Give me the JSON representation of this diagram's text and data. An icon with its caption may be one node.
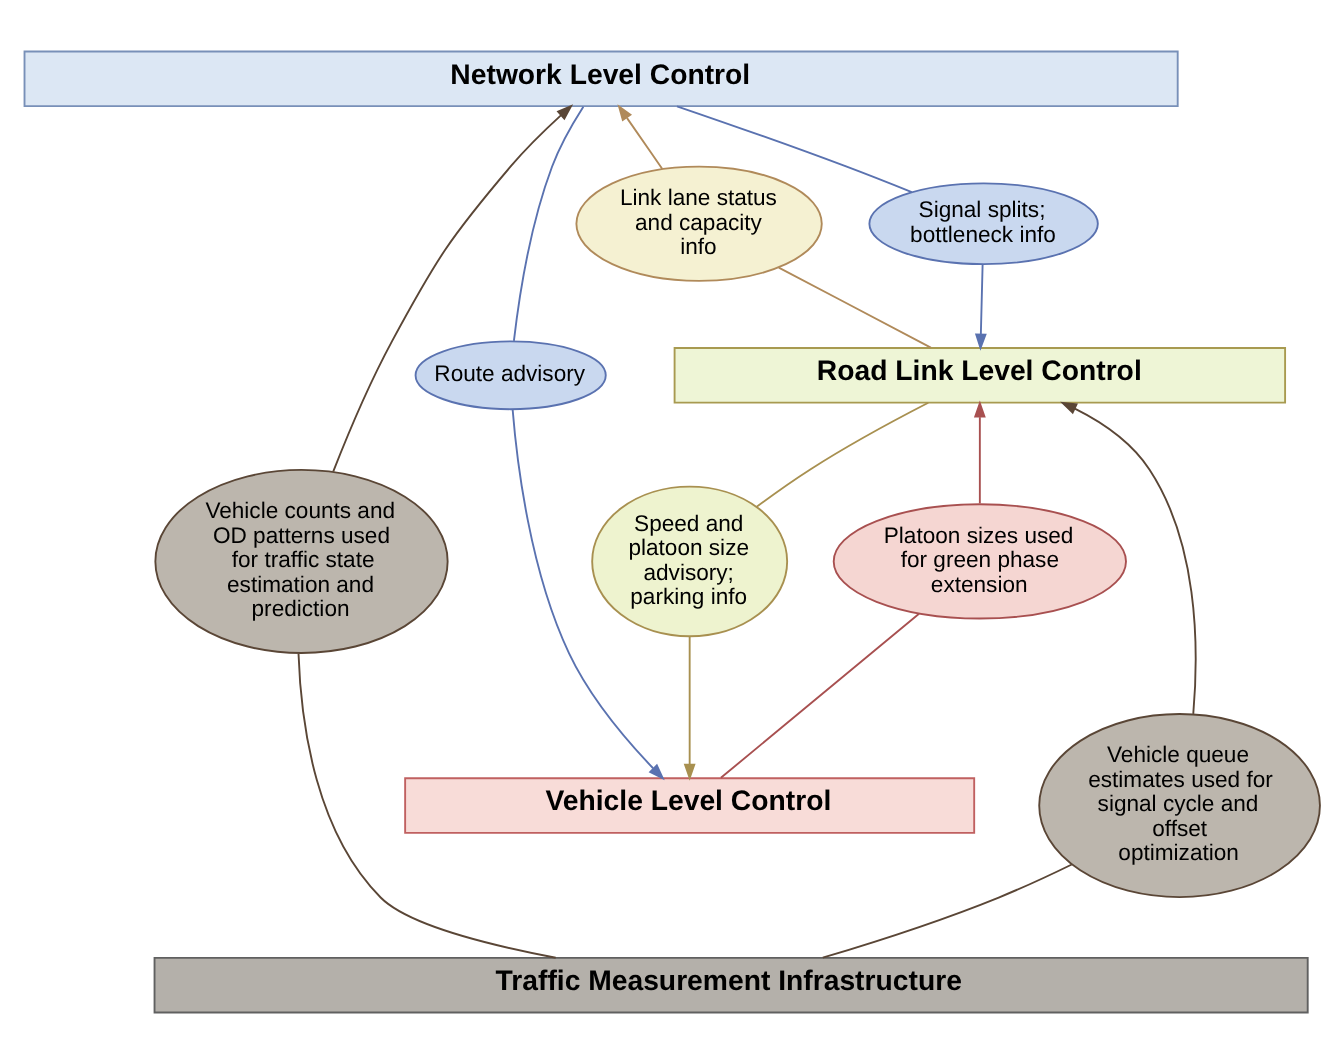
{
  "diagram": {
    "nodes": [
      {
        "text": [
          "Network Level Control"
        ]
      },
      {
        "text": [
          "Link lane status and capacity info"
        ]
      },
      {
        "text": [
          "Signal splits; bottleneck info"
        ]
      },
      {
        "text": [
          "Road Link Level Control"
        ]
      },
      {
        "text": [
          "Vehicle counts and OD patterns used for traffic state estimation and prediction"
        ]
      },
      {
        "text": [
          "Route advisory"
        ]
      },
      {
        "text": [
          "Platoon sizes used for green phase extension"
        ]
      },
      {
        "text": [
          "Speed and platoon size advisory; parking info"
        ]
      },
      {
        "text": [
          "Vehicle queue estimates used for signal cycle and offset optimization"
        ]
      },
      {
        "text": [
          "Vehicle Level Control"
        ]
      },
      {
        "text": [
          "Traffic Measurement Infrastructure"
        ]
      }
    ],
    "edges": [
      {
        "from": 10,
        "to": 4,
        "arrow": "none",
        "color": "#5a4636"
      },
      {
        "from": 4,
        "to": 0,
        "arrow": "to",
        "color": "#5a4636"
      },
      {
        "from": 3,
        "to": 1,
        "arrow": "none",
        "color": "#b08a5a"
      },
      {
        "from": 1,
        "to": 0,
        "arrow": "to",
        "color": "#b08a5a"
      },
      {
        "from": 0,
        "to": 2,
        "arrow": "none",
        "color": "#5a72b0"
      },
      {
        "from": 2,
        "to": 3,
        "arrow": "to",
        "color": "#5a72b0"
      },
      {
        "from": 0,
        "to": 5,
        "arrow": "none",
        "color": "#5a72b0"
      },
      {
        "from": 5,
        "to": 9,
        "arrow": "to",
        "color": "#5a72b0"
      },
      {
        "from": 10,
        "to": 8,
        "arrow": "none",
        "color": "#5a4636"
      },
      {
        "from": 8,
        "to": 3,
        "arrow": "to",
        "color": "#5a4636"
      },
      {
        "from": 9,
        "to": 6,
        "arrow": "none",
        "color": "#a85050"
      },
      {
        "from": 6,
        "to": 3,
        "arrow": "to",
        "color": "#a85050"
      },
      {
        "from": 3,
        "to": 7,
        "arrow": "none",
        "color": "#a89050"
      },
      {
        "from": 7,
        "to": 9,
        "arrow": "to",
        "color": "#a89050"
      }
    ]
  }
}
